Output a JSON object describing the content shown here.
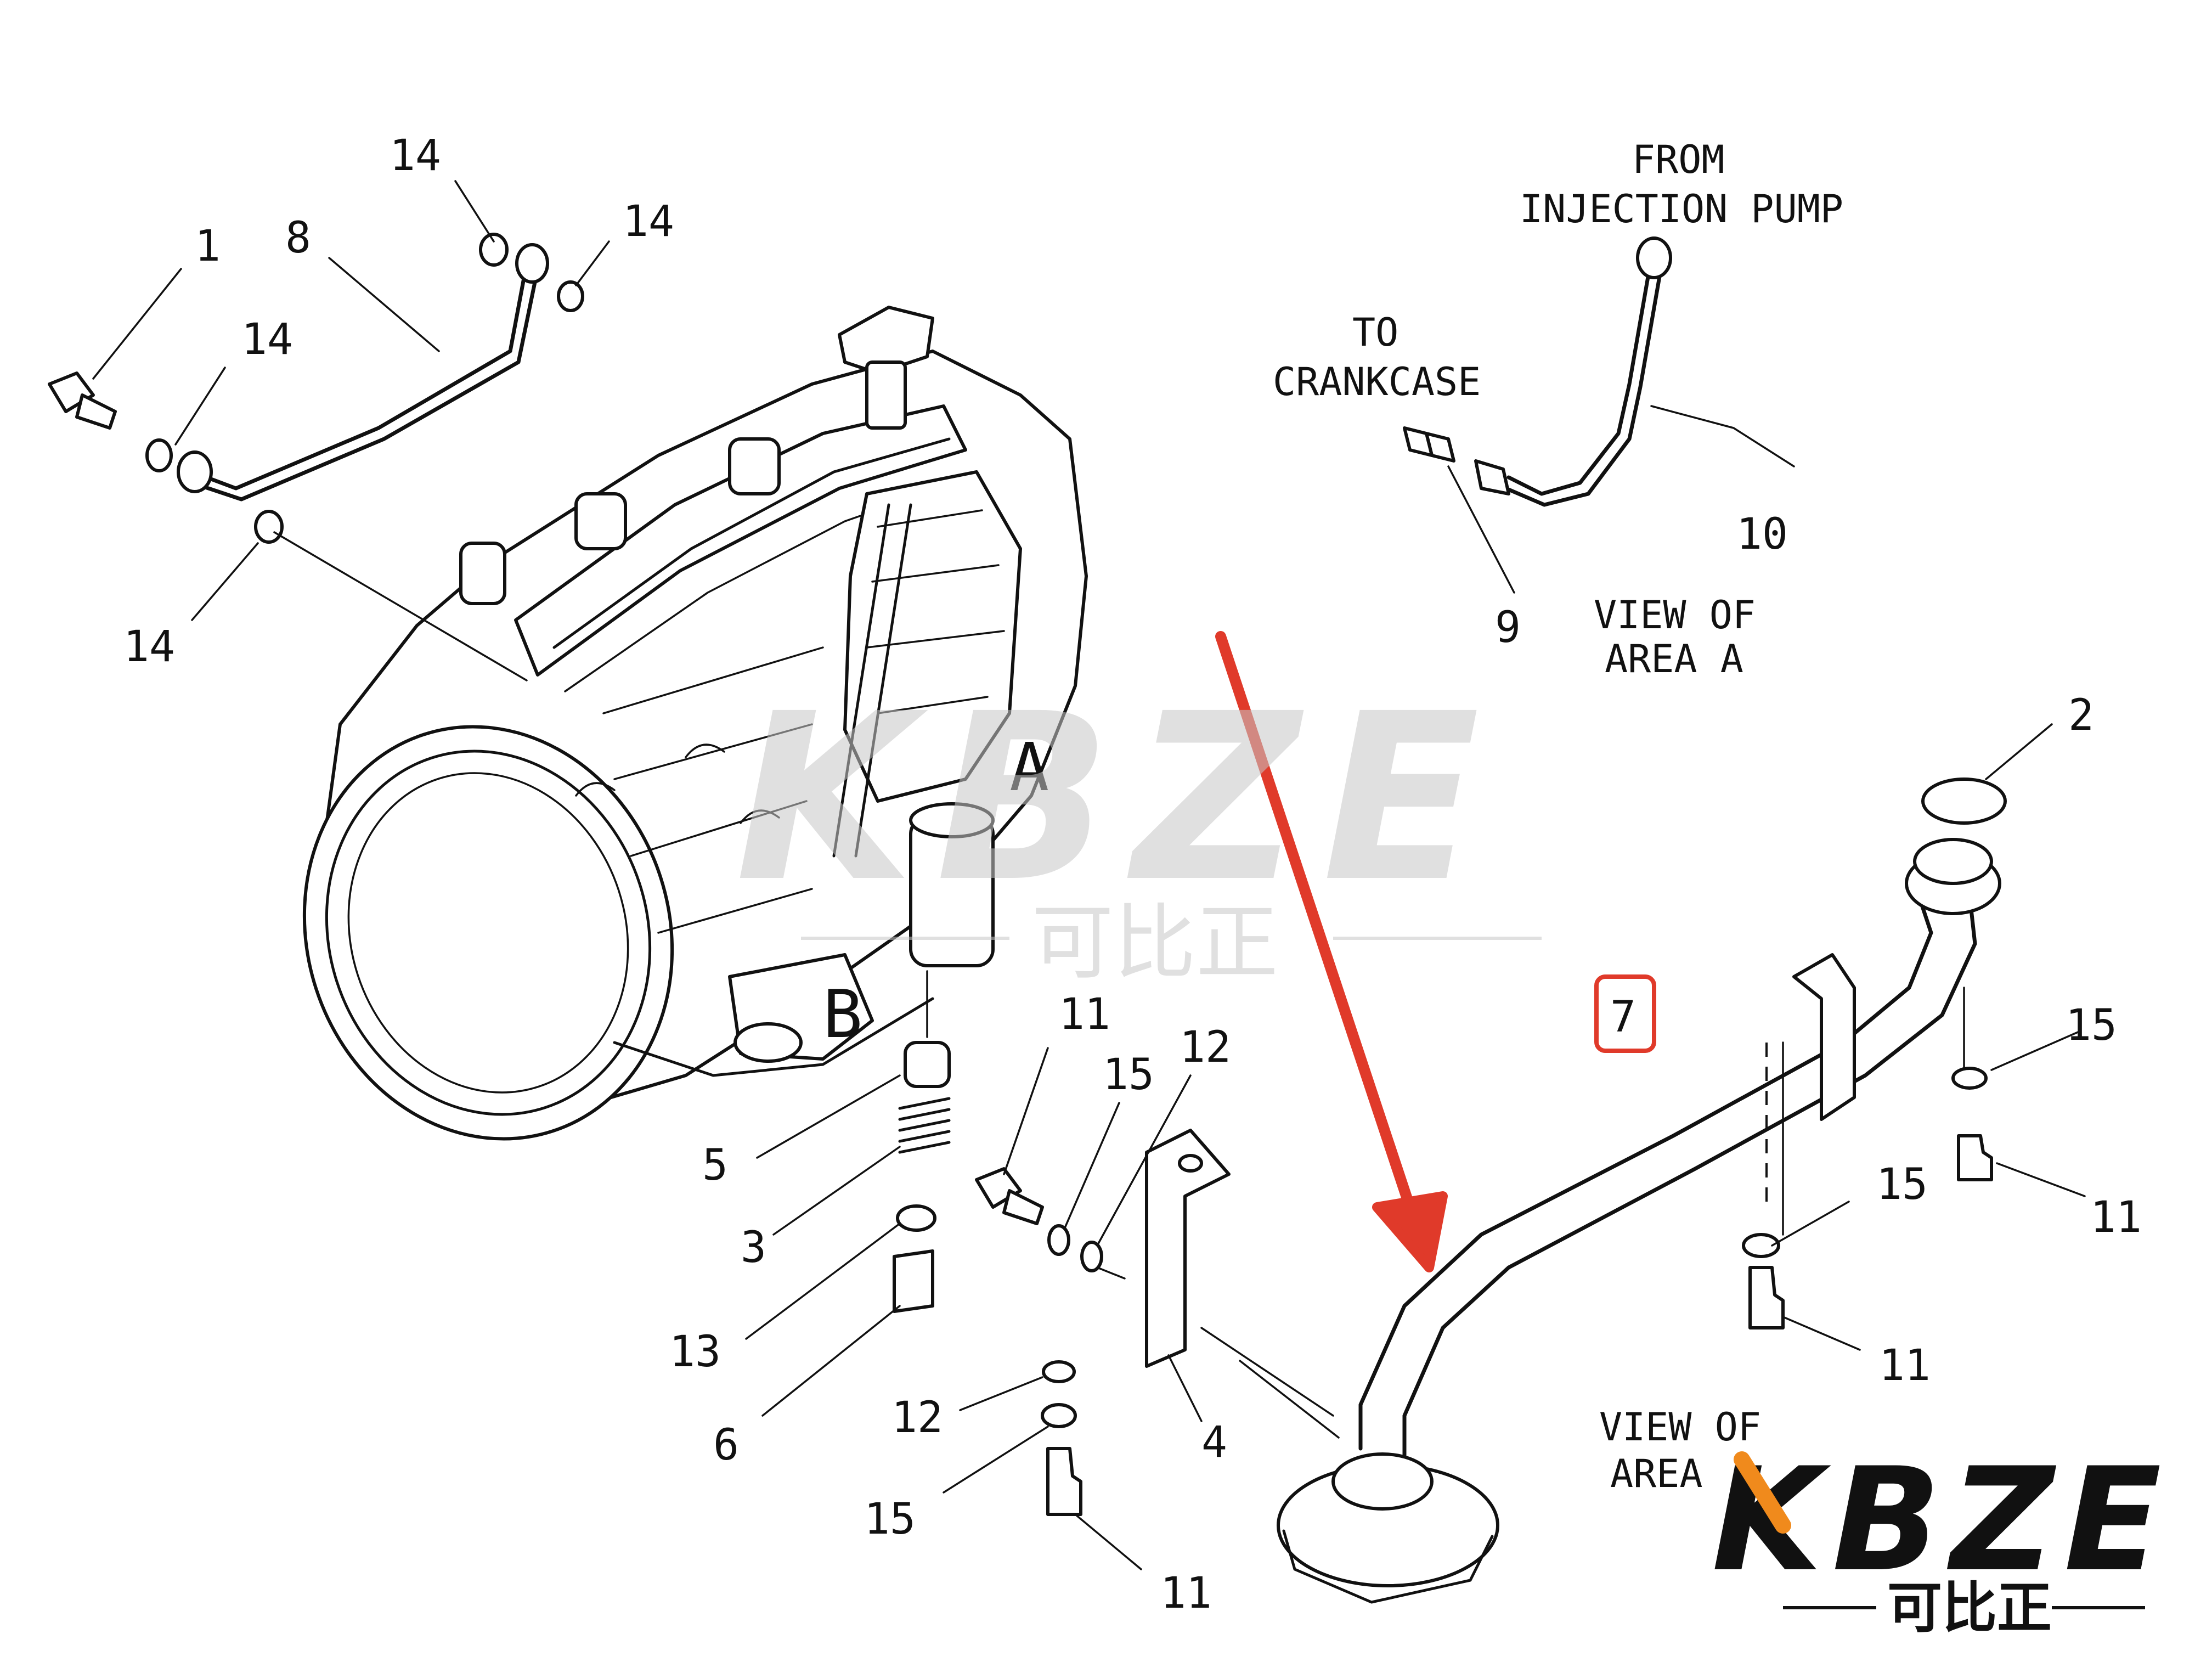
{
  "diagram": {
    "part_labels": {
      "p1": "1",
      "p2": "2",
      "p3": "3",
      "p4": "4",
      "p5": "5",
      "p6": "6",
      "p7": "7",
      "p8": "8",
      "p9": "9",
      "p10": "10",
      "p11": "11",
      "p12": "12",
      "p13": "13",
      "p14": "14",
      "p15": "15"
    },
    "area_labels": {
      "a": "A",
      "b": "B"
    },
    "notes": {
      "from_injection_pump": [
        "FROM",
        "INJECTION PUMP"
      ],
      "to_crankcase": [
        "TO",
        "CRANKCASE"
      ],
      "view_of_area_a": [
        "VIEW  OF",
        "AREA  A"
      ],
      "view_of_area_b": [
        "VIEW  OF",
        "AREA  B"
      ]
    },
    "highlighted_part": "7"
  },
  "watermark": {
    "brand": "KBZE",
    "subtitle": "可比正"
  },
  "logo": {
    "brand": "KBZE",
    "subtitle": "可比正"
  },
  "colors": {
    "highlight": "#e03a2a",
    "arrow": "#e03a2a",
    "line": "#111111",
    "watermark": "#c8c8c8"
  }
}
